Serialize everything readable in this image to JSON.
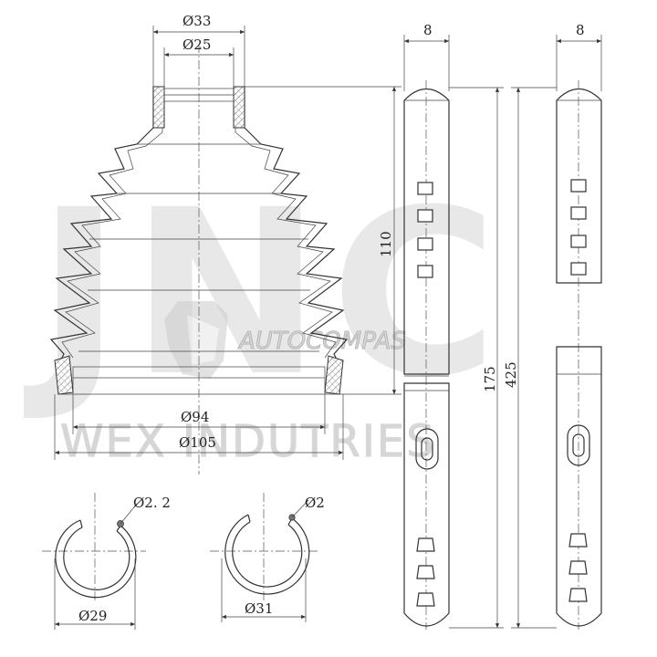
{
  "dimensions": {
    "boot_top_outer": "Ø33",
    "boot_top_inner": "Ø25",
    "boot_height": "110",
    "boot_bottom_inner": "Ø94",
    "boot_bottom_outer": "Ø105",
    "clamp_width_1": "8",
    "clamp_width_2": "8",
    "clamp_length_1": "175",
    "clamp_length_2": "425",
    "ring_small_wire": "Ø2. 2",
    "ring_small_dia": "Ø29",
    "ring_large_wire": "Ø2",
    "ring_large_dia": "Ø31"
  },
  "watermark": {
    "brand_big": "JNC",
    "brand_logo_text": "AUTOCOMPAS",
    "brand_company": "WEX INDUTRIES"
  }
}
